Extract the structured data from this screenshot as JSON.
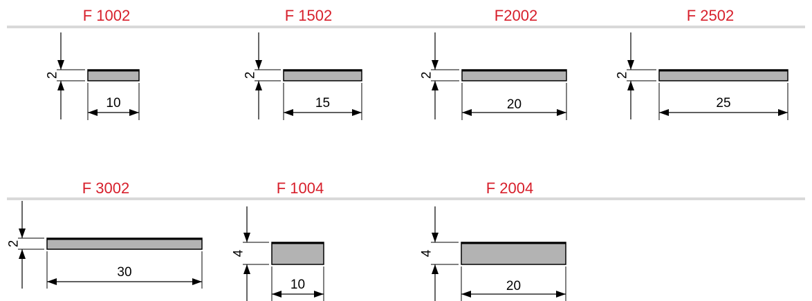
{
  "colors": {
    "title": "#d71f2b",
    "profile_fill": "#b3b3b3",
    "profile_edge": "#000000",
    "divider": "#d9d9d9"
  },
  "profiles": [
    {
      "code": "F 1002",
      "thickness_label": "2",
      "width_label": "10"
    },
    {
      "code": "F 1502",
      "thickness_label": "2",
      "width_label": "15"
    },
    {
      "code": "F2002",
      "thickness_label": "2",
      "width_label": "20"
    },
    {
      "code": "F 2502",
      "thickness_label": "2",
      "width_label": "25"
    },
    {
      "code": "F 3002",
      "thickness_label": "2",
      "width_label": "30"
    },
    {
      "code": "F 1004",
      "thickness_label": "4",
      "width_label": "10"
    },
    {
      "code": "F 2004",
      "thickness_label": "4",
      "width_label": "20"
    }
  ]
}
